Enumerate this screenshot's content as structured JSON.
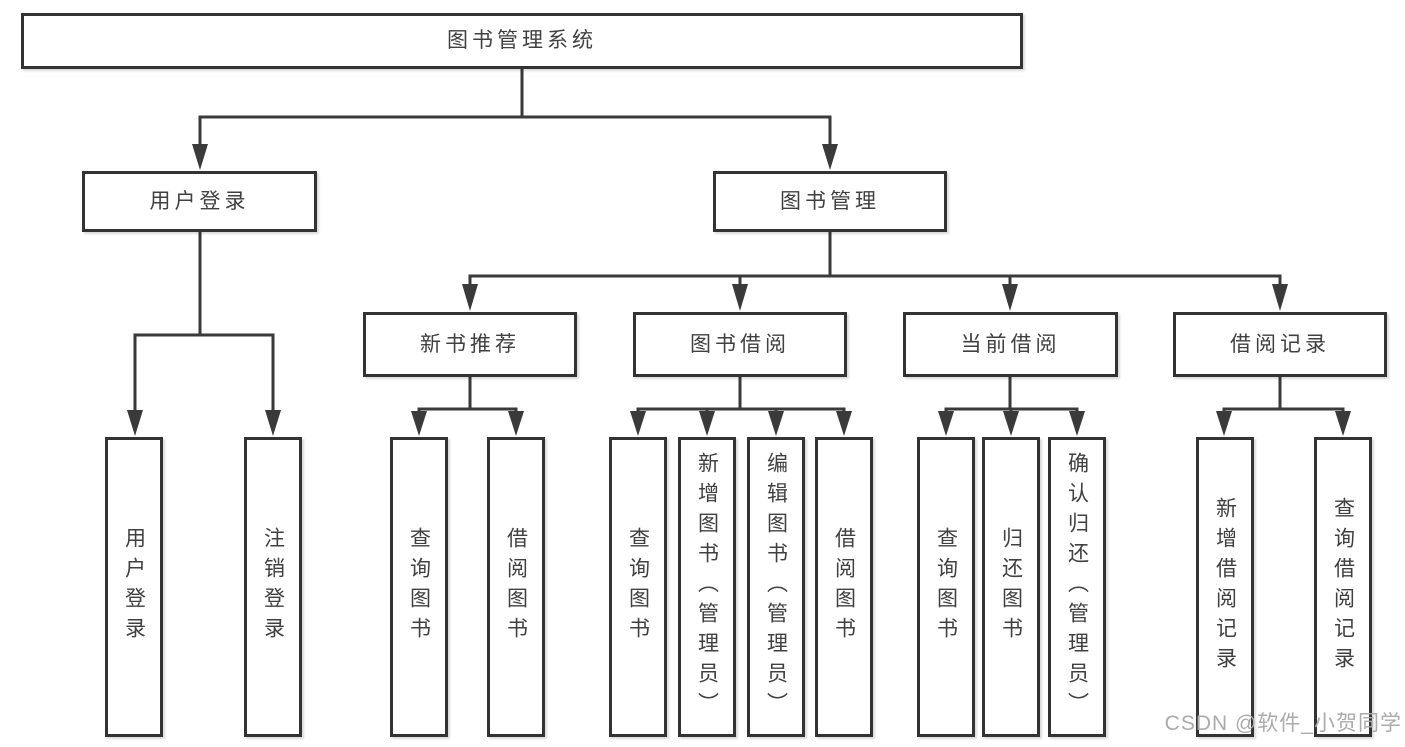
{
  "diagram": {
    "type": "hierarchy-tree",
    "root": {
      "label": "图书管理系统"
    },
    "level2": [
      {
        "label": "用户登录",
        "children": [
          {
            "label": "用户登录"
          },
          {
            "label": "注销登录"
          }
        ]
      },
      {
        "label": "图书管理",
        "groups": [
          {
            "label": "新书推荐",
            "children": [
              {
                "label": "查询图书"
              },
              {
                "label": "借阅图书"
              }
            ]
          },
          {
            "label": "图书借阅",
            "children": [
              {
                "label": "查询图书"
              },
              {
                "label": "新增图书（管理员）"
              },
              {
                "label": "编辑图书（管理员）"
              },
              {
                "label": "借阅图书"
              }
            ]
          },
          {
            "label": "当前借阅",
            "children": [
              {
                "label": "查询图书"
              },
              {
                "label": "归还图书"
              },
              {
                "label": "确认归还（管理员）"
              }
            ]
          },
          {
            "label": "借阅记录",
            "children": [
              {
                "label": "新增借阅记录"
              },
              {
                "label": "查询借阅记录"
              }
            ]
          }
        ]
      }
    ]
  },
  "watermark": {
    "text": "CSDN @软件_小贺同学"
  },
  "colors": {
    "line": "#3a3a3a",
    "box_border": "#333333",
    "text": "#404040",
    "watermark": "#ababab",
    "background": "#ffffff"
  }
}
